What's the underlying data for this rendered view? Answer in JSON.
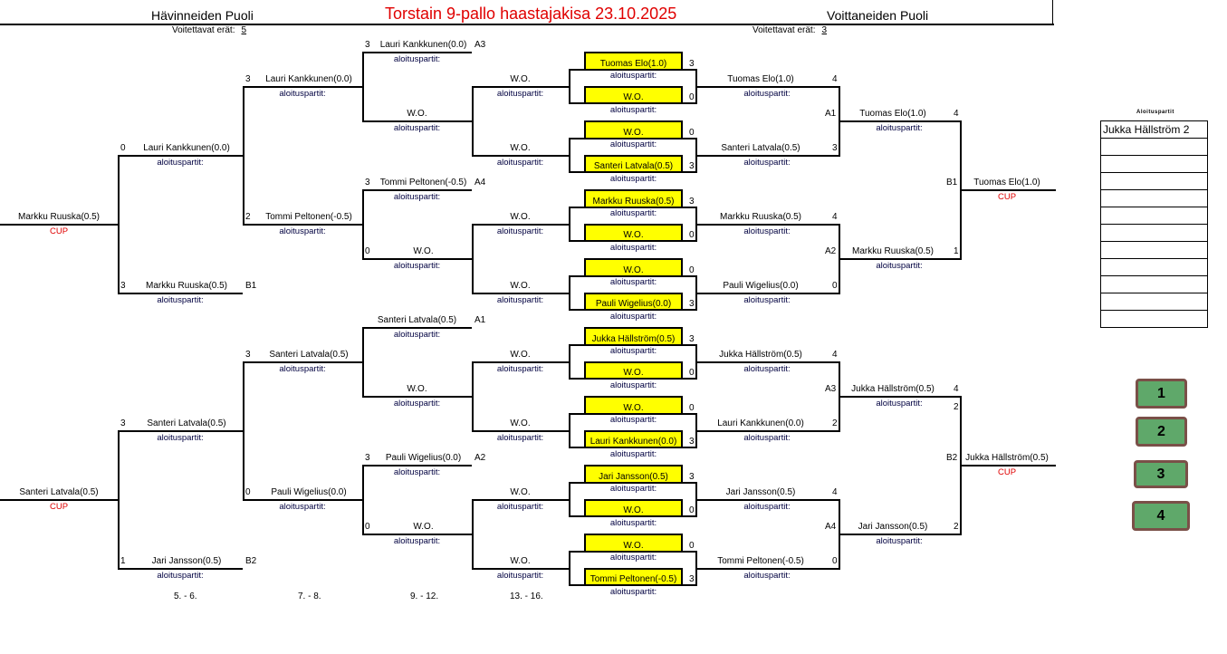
{
  "header": {
    "title": "Torstain 9-pallo haastajakisa 23.10.2025",
    "losers_side": "Hävinneiden Puoli",
    "winners_side": "Voittaneiden Puoli",
    "losers_win_label": "Voitettavat erät:",
    "losers_win_value": "5",
    "winners_win_label": "Voitettavat erät:",
    "winners_win_value": "3"
  },
  "sub_label": "aloituspartit:",
  "cup_label": "CUP",
  "rounds": [
    "5. - 6.",
    "7. - 8.",
    "9. - 12.",
    "13. - 16."
  ],
  "left_slots": [
    {
      "name": "Markku Ruuska(0.5)",
      "score": "",
      "tag": "",
      "cup": true
    },
    {
      "name": "Santeri Latvala(0.5)",
      "score": "",
      "tag": "",
      "cup": true
    },
    {
      "name": "Lauri Kankkunen(0.0)",
      "score": "0",
      "tag": ""
    },
    {
      "name": "Markku Ruuska(0.5)",
      "score": "3",
      "tag": "B1"
    },
    {
      "name": "Santeri Latvala(0.5)",
      "score": "3",
      "tag": ""
    },
    {
      "name": "Jari Jansson(0.5)",
      "score": "1",
      "tag": "B2"
    },
    {
      "name": "Lauri Kankkunen(0.0)",
      "score": "3",
      "tag": ""
    },
    {
      "name": "Tommi Peltonen(-0.5)",
      "score": "2",
      "tag": ""
    },
    {
      "name": "Santeri Latvala(0.5)",
      "score": "3",
      "tag": ""
    },
    {
      "name": "Pauli Wigelius(0.0)",
      "score": "0",
      "tag": ""
    },
    {
      "name": "Lauri Kankkunen(0.0)",
      "score": "3",
      "tag": "A3"
    },
    {
      "name": "W.O.",
      "score": "",
      "tag": ""
    },
    {
      "name": "Tommi Peltonen(-0.5)",
      "score": "3",
      "tag": "A4"
    },
    {
      "name": "W.O.",
      "score": "0",
      "tag": ""
    },
    {
      "name": "Santeri Latvala(0.5)",
      "score": "",
      "tag": "A1"
    },
    {
      "name": "W.O.",
      "score": "",
      "tag": ""
    },
    {
      "name": "Pauli Wigelius(0.0)",
      "score": "3",
      "tag": "A2"
    },
    {
      "name": "W.O.",
      "score": "0",
      "tag": ""
    },
    {
      "name": "W.O.",
      "score": "",
      "tag": ""
    },
    {
      "name": "W.O.",
      "score": "",
      "tag": ""
    },
    {
      "name": "W.O.",
      "score": "",
      "tag": ""
    },
    {
      "name": "W.O.",
      "score": "",
      "tag": ""
    },
    {
      "name": "W.O.",
      "score": "",
      "tag": ""
    },
    {
      "name": "W.O.",
      "score": "",
      "tag": ""
    },
    {
      "name": "W.O.",
      "score": "",
      "tag": ""
    },
    {
      "name": "W.O.",
      "score": "",
      "tag": ""
    }
  ],
  "center_pairs": [
    {
      "top": {
        "name": "Tuomas Elo(1.0)",
        "score": "3"
      },
      "bottom": {
        "name": "W.O.",
        "score": "0"
      }
    },
    {
      "top": {
        "name": "W.O.",
        "score": "0"
      },
      "bottom": {
        "name": "Santeri Latvala(0.5)",
        "score": "3"
      }
    },
    {
      "top": {
        "name": "Markku Ruuska(0.5)",
        "score": "3"
      },
      "bottom": {
        "name": "W.O.",
        "score": "0"
      }
    },
    {
      "top": {
        "name": "W.O.",
        "score": "0"
      },
      "bottom": {
        "name": "Pauli Wigelius(0.0)",
        "score": "3"
      }
    },
    {
      "top": {
        "name": "Jukka Hällström(0.5)",
        "score": "3"
      },
      "bottom": {
        "name": "W.O.",
        "score": "0"
      }
    },
    {
      "top": {
        "name": "W.O.",
        "score": "0"
      },
      "bottom": {
        "name": "Lauri Kankkunen(0.0)",
        "score": "3"
      }
    },
    {
      "top": {
        "name": "Jari Jansson(0.5)",
        "score": "3"
      },
      "bottom": {
        "name": "W.O.",
        "score": "0"
      }
    },
    {
      "top": {
        "name": "W.O.",
        "score": "0"
      },
      "bottom": {
        "name": "Tommi Peltonen(-0.5)",
        "score": "3"
      }
    }
  ],
  "right_slots": [
    {
      "name": "Tuomas Elo(1.0)",
      "score": "4",
      "tag": ""
    },
    {
      "name": "Santeri Latvala(0.5)",
      "score": "3",
      "tag": ""
    },
    {
      "name": "Markku Ruuska(0.5)",
      "score": "4",
      "tag": ""
    },
    {
      "name": "Pauli Wigelius(0.0)",
      "score": "0",
      "tag": ""
    },
    {
      "name": "Jukka Hällström(0.5)",
      "score": "4",
      "tag": ""
    },
    {
      "name": "Lauri Kankkunen(0.0)",
      "score": "2",
      "tag": ""
    },
    {
      "name": "Jari Jansson(0.5)",
      "score": "4",
      "tag": ""
    },
    {
      "name": "Tommi Peltonen(-0.5)",
      "score": "0",
      "tag": ""
    },
    {
      "name": "Tuomas Elo(1.0)",
      "score": "4",
      "tag": "A1"
    },
    {
      "name": "Markku Ruuska(0.5)",
      "score": "1",
      "tag": "A2"
    },
    {
      "name": "Jukka Hällström(0.5)",
      "score": "4",
      "tag": "A3",
      "extra": "2"
    },
    {
      "name": "Jari Jansson(0.5)",
      "score": "2",
      "tag": "A4"
    },
    {
      "name": "Tuomas Elo(1.0)",
      "score": "",
      "tag": "B1",
      "cup": true
    },
    {
      "name": "Jukka Hällström(0.5)",
      "score": "",
      "tag": "B2",
      "cup": true
    }
  ],
  "aloituspartit_panel": {
    "title": "Aloituspartit",
    "rows": [
      "Jukka Hällström  2",
      "",
      "",
      "",
      "",
      "",
      "",
      "",
      "",
      "",
      "",
      ""
    ]
  },
  "tables": [
    "1",
    "2",
    "3",
    "4"
  ],
  "colors": {
    "title": "#e00000",
    "highlight": "#ffff00",
    "table_felt": "#5fa86a",
    "table_rail": "#7a5048"
  }
}
